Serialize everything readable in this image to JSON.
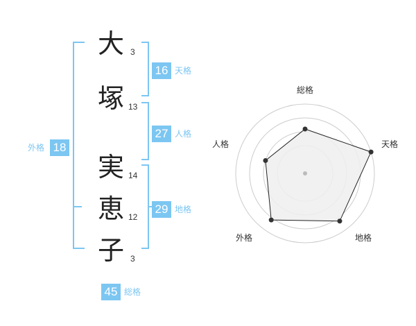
{
  "name": {
    "characters": [
      {
        "char": "大",
        "strokes": "3"
      },
      {
        "char": "塚",
        "strokes": "13"
      },
      {
        "char": "実",
        "strokes": "14"
      },
      {
        "char": "恵",
        "strokes": "12"
      },
      {
        "char": "子",
        "strokes": "3"
      }
    ]
  },
  "fortunes": {
    "tenkaku": {
      "value": "16",
      "label": "天格"
    },
    "jinkaku": {
      "value": "27",
      "label": "人格"
    },
    "chikaku": {
      "value": "29",
      "label": "地格"
    },
    "gaikaku": {
      "value": "18",
      "label": "外格"
    },
    "soukaku": {
      "value": "45",
      "label": "総格"
    }
  },
  "radar": {
    "axes": [
      "総格",
      "天格",
      "地格",
      "外格",
      "人格"
    ],
    "values": [
      0.64,
      1.0,
      0.85,
      0.83,
      0.6
    ],
    "colors": {
      "fill": "#eeeeee",
      "line": "#222222",
      "point": "#333333",
      "grid": "#cccccc",
      "center": "#bbbbbb"
    }
  },
  "colors": {
    "accent": "#7cc6f2"
  }
}
